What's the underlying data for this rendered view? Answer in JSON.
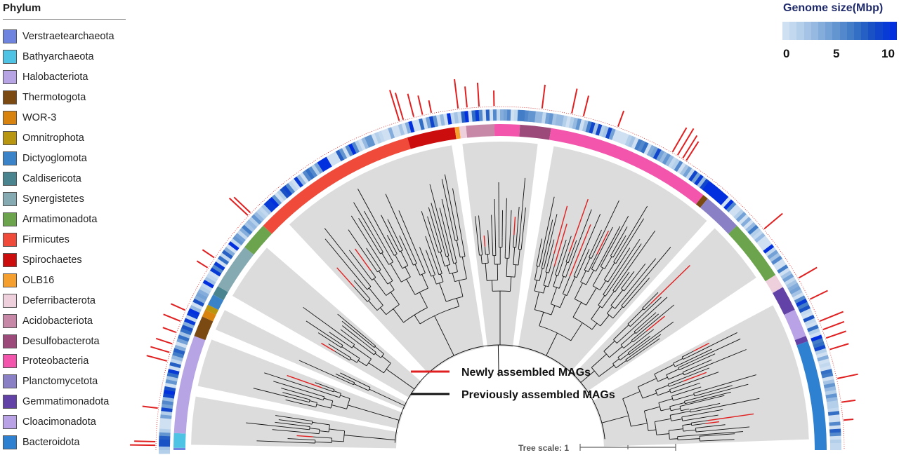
{
  "legend": {
    "title": "Phylum",
    "items": [
      {
        "label": "Verstraetearchaeota",
        "color": "#6f84de"
      },
      {
        "label": "Bathyarchaeota",
        "color": "#4fc3e4"
      },
      {
        "label": "Halobacteriota",
        "color": "#b6a4e4"
      },
      {
        "label": "Thermotogota",
        "color": "#7a4a12"
      },
      {
        "label": "WOR-3",
        "color": "#d9830f"
      },
      {
        "label": "Omnitrophota",
        "color": "#b8960f"
      },
      {
        "label": "Dictyoglomota",
        "color": "#3a83c9"
      },
      {
        "label": "Caldisericota",
        "color": "#4a858f"
      },
      {
        "label": "Synergistetes",
        "color": "#86aab1"
      },
      {
        "label": "Armatimonadota",
        "color": "#6ba44d"
      },
      {
        "label": "Firmicutes",
        "color": "#f04a3a"
      },
      {
        "label": "Spirochaetes",
        "color": "#cc0d0d"
      },
      {
        "label": "OLB16",
        "color": "#f5a02e"
      },
      {
        "label": "Deferribacterota",
        "color": "#edd0dc"
      },
      {
        "label": "Acidobacteriota",
        "color": "#c688a6"
      },
      {
        "label": "Desulfobacterota",
        "color": "#9b4a7a"
      },
      {
        "label": "Proteobacteria",
        "color": "#f255ab"
      },
      {
        "label": "Planctomycetota",
        "color": "#8a80c6"
      },
      {
        "label": "Gemmatimonadota",
        "color": "#6242a6"
      },
      {
        "label": "Cloacimonadota",
        "color": "#b9a3e6"
      },
      {
        "label": "Bacteroidota",
        "color": "#2e80d0"
      }
    ]
  },
  "genome_size": {
    "title": "Genome size(Mbp)",
    "tick_labels": [
      "0",
      "5",
      "10"
    ],
    "gradient_colors": [
      "#cfe0f2",
      "#c2d8ef",
      "#b4cfea",
      "#a5c4e5",
      "#95b9e0",
      "#85addb",
      "#74a1d6",
      "#6395d1",
      "#5389cc",
      "#437dc8",
      "#346fc6",
      "#2660c5",
      "#1a52c6",
      "#1045cc",
      "#083ad6",
      "#0330df"
    ]
  },
  "tree": {
    "scale_label": "Tree scale: 1",
    "new_line_label": "Newly assembled MAGs",
    "prev_line_label": "Previously assembled MAGs",
    "new_color": "#e02020",
    "prev_color": "#111111"
  },
  "ring_sectors": [
    {
      "phylum": "Verstraetearchaeota",
      "start": 179.6,
      "end": 180.0
    },
    {
      "phylum": "Bathyarchaeota",
      "start": 177.0,
      "end": 179.6
    },
    {
      "phylum": "Halobacteriota",
      "start": 159.5,
      "end": 177.0
    },
    {
      "phylum": "Thermotogota",
      "start": 155.8,
      "end": 159.5
    },
    {
      "phylum": "WOR-3",
      "start": 154.5,
      "end": 155.8
    },
    {
      "phylum": "Omnitrophota",
      "start": 153.5,
      "end": 154.5
    },
    {
      "phylum": "Dictyoglomota",
      "start": 151.5,
      "end": 153.5
    },
    {
      "phylum": "Caldisericota",
      "start": 149.8,
      "end": 151.5
    },
    {
      "phylum": "Synergistetes",
      "start": 141.5,
      "end": 149.8
    },
    {
      "phylum": "Armatimonadota",
      "start": 136.5,
      "end": 141.5
    },
    {
      "phylum": "Firmicutes",
      "start": 106.5,
      "end": 136.5
    },
    {
      "phylum": "Spirochaetes",
      "start": 98.0,
      "end": 106.5
    },
    {
      "phylum": "OLB16",
      "start": 97.2,
      "end": 98.0
    },
    {
      "phylum": "Deferribacterota",
      "start": 96.0,
      "end": 97.2
    },
    {
      "phylum": "Acidobacteriota",
      "start": 91.0,
      "end": 96.0
    },
    {
      "phylum": "Proteobacteria",
      "start": 86.5,
      "end": 91.0
    },
    {
      "phylum": "Desulfobacterota",
      "start": 81.0,
      "end": 86.5
    },
    {
      "phylum": "Proteobacteria",
      "start": 51.5,
      "end": 81.0
    },
    {
      "phylum": "Thermotogota",
      "start": 50.5,
      "end": 51.5
    },
    {
      "phylum": "Planctomycetota",
      "start": 43.5,
      "end": 50.5
    },
    {
      "phylum": "Armatimonadota",
      "start": 32.5,
      "end": 43.5
    },
    {
      "phylum": "Deferribacterota",
      "start": 30.0,
      "end": 32.5
    },
    {
      "phylum": "Gemmatimonadota",
      "start": 25.5,
      "end": 30.0
    },
    {
      "phylum": "Cloacimonadota",
      "start": 20.5,
      "end": 25.5
    },
    {
      "phylum": "Gemmatimonadota",
      "start": 19.5,
      "end": 20.5
    },
    {
      "phylum": "Bacteroidota",
      "start": 0.0,
      "end": 19.5
    }
  ],
  "clade_regions": [
    {
      "start": 2,
      "end": 28
    },
    {
      "start": 34,
      "end": 46
    },
    {
      "start": 48,
      "end": 80
    },
    {
      "start": 83,
      "end": 97
    },
    {
      "start": 99,
      "end": 133
    },
    {
      "start": 139,
      "end": 150
    },
    {
      "start": 153,
      "end": 157
    },
    {
      "start": 159,
      "end": 168
    },
    {
      "start": 170,
      "end": 179
    }
  ]
}
